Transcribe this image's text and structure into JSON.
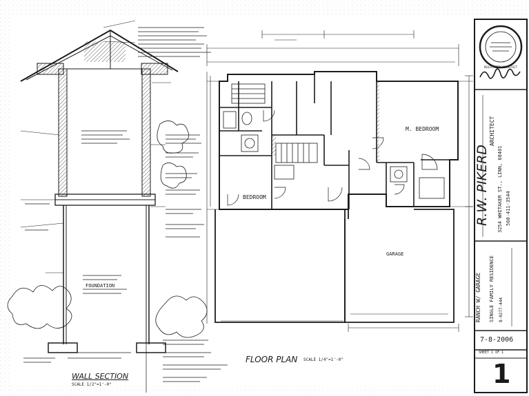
{
  "drawing": {
    "rooms": {
      "master_bedroom": "M. BEDROOM",
      "bedroom": "BEDROOM",
      "garage": "GARAGE"
    },
    "plan_title": "FLOOR PLAN",
    "plan_scale": "SCALE 1/4\"=1'-0\"",
    "section_title": "WALL SECTION",
    "section_scale": "SCALE 1/2\"=1'-0\"",
    "foundation_note": "FOUNDATION",
    "date": "7-8-2006",
    "sheet_number": "1",
    "architect_firm": "R.W. PIKERD",
    "architect_role": "ARCHITECT",
    "architect_address": "3254 WHITAKER ST., LINN, 68401",
    "architect_phone": "560-411-3544",
    "sheet_label": "SHEET 1 OF 1",
    "project_title": "RANCH W/ GARAGE",
    "project_subtitle": "SINGLE FAMILY RESIDENCE",
    "project_number": "8-0277-444",
    "seal_text": "REGISTERED ARCHITECT"
  },
  "colors": {
    "ink": "#1a1a1a",
    "paper": "#ffffff",
    "grain": "#bdbdbd"
  }
}
